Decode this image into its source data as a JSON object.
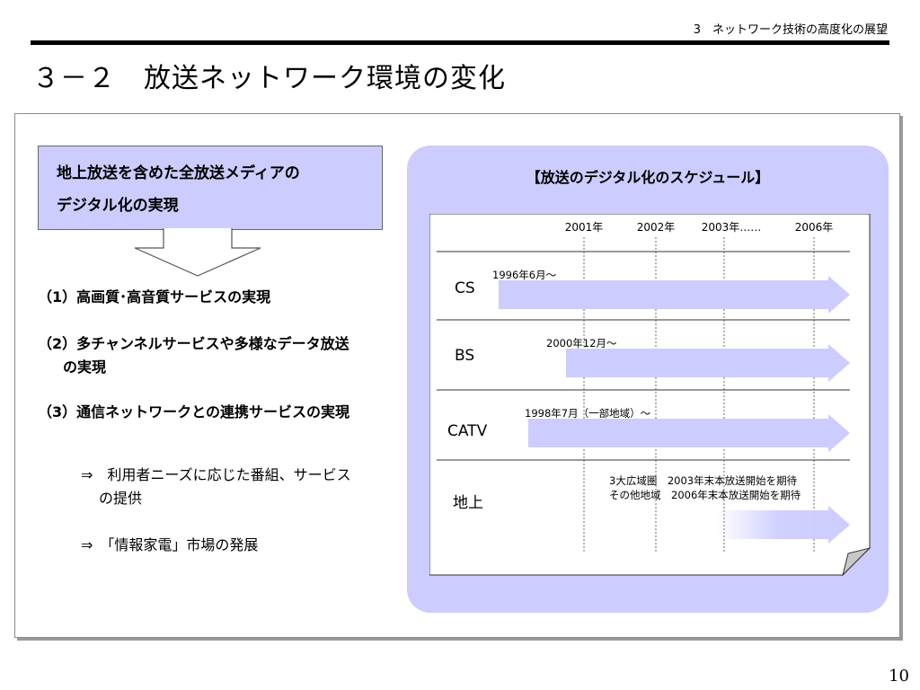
{
  "header": {
    "chapter": "3　ネットワーク技術の高度化の展望",
    "title": "３－２　放送ネットワーク環境の変化"
  },
  "goal": {
    "line1": "地上放送を含めた全放送メディアの",
    "line2": "デジタル化の実現"
  },
  "items": [
    {
      "line1": "（1）高画質･高音質サービスの実現"
    },
    {
      "line1": "（2）多チャンネルサービスや多様なデータ放送",
      "line2": "の実現"
    },
    {
      "line1": "（3）通信ネットワークとの連携サービスの実現"
    }
  ],
  "results": [
    {
      "line1": "⇒　利用者ニーズに応じた番組、サービス",
      "line2": "の提供"
    },
    {
      "line1": "⇒　「情報家電」市場の発展"
    }
  ],
  "schedule": {
    "title": "【放送のデジタル化のスケジュール】"
  },
  "chart_data": {
    "type": "table",
    "years": [
      "2001年",
      "2002年",
      "2003年……",
      "2006年"
    ],
    "rows": [
      {
        "label": "CS",
        "note": "1996年6月～",
        "start": "1996-06"
      },
      {
        "label": "BS",
        "note": "2000年12月～",
        "start": "2000-12"
      },
      {
        "label": "CATV",
        "note": "1998年7月（一部地域）～",
        "start": "1998-07"
      },
      {
        "label": "地上",
        "notes": [
          "3大広域圏　2003年末本放送開始を期待",
          "その他地域　2006年末本放送開始を期待"
        ],
        "start": "2003-12",
        "faded": true
      }
    ],
    "colors": {
      "arrow": "#ccccff",
      "panel": "#ccccff"
    }
  },
  "page_number": "10"
}
